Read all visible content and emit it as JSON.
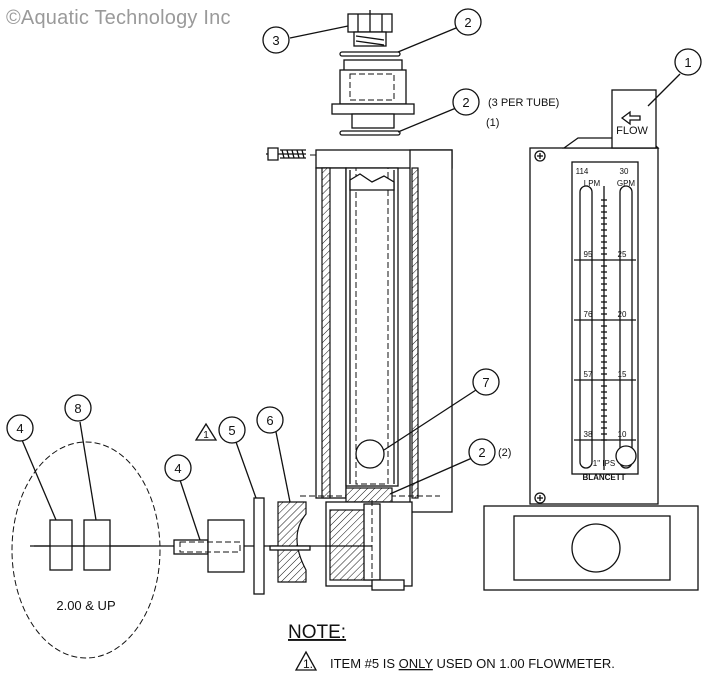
{
  "watermark": "©Aquatic Technology Inc",
  "callouts": {
    "c1": "1",
    "c2a": "2",
    "c2b": "2",
    "c2c": "2",
    "c3": "3",
    "c4a": "4",
    "c4b": "4",
    "c5": "5",
    "c6": "6",
    "c7": "7",
    "c8": "8",
    "warn1": "1",
    "note_warn": "1."
  },
  "labels": {
    "per_tube": "(3 PER TUBE)",
    "per_tube_ref": "(1)",
    "seal_ref": "(2)",
    "size_range": "2.00 & UP",
    "flow": "FLOW",
    "unit_lpm": "LPM",
    "unit_gpm": "GPM",
    "pipe_size": "1\" IPS",
    "brand": "BLANCETT"
  },
  "scale": {
    "lpm": [
      "114",
      "95",
      "76",
      "57",
      "38"
    ],
    "gpm": [
      "30",
      "25",
      "20",
      "15",
      "10"
    ]
  },
  "note": {
    "title": "NOTE:",
    "line_pre": "ITEM #5 IS ",
    "line_em": "ONLY",
    "line_post": " USED ON 1.00 FLOWMETER."
  },
  "colors": {
    "line": "#111111",
    "watermark": "#9a9a9a",
    "background": "#ffffff"
  }
}
